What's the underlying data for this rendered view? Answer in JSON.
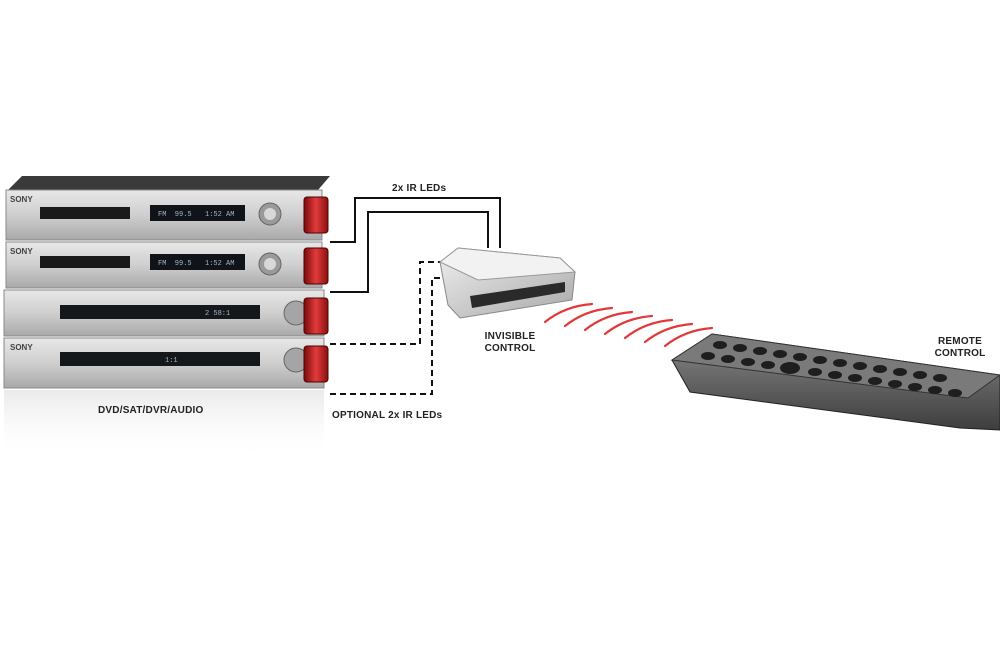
{
  "labels": {
    "ir_leds": "2x IR LEDs",
    "optional_ir_leds": "OPTIONAL 2x IR LEDs",
    "invisible_control_line1": "INVISIBLE",
    "invisible_control_line2": "CONTROL",
    "remote_control_line1": "REMOTE",
    "remote_control_line2": "CONTROL",
    "equipment_stack": "DVD/SAT/DVR/AUDIO"
  },
  "devices": [
    {
      "brand": "SONY",
      "display": "FM  99.5  ",
      "display2": "1:52 AM"
    },
    {
      "brand": "SONY",
      "display": "FM  99.5  ",
      "display2": "1:52 AM"
    },
    {
      "brand": "",
      "display": "",
      "display2": "2 58:1"
    },
    {
      "brand": "SONY",
      "display": "",
      "display2": "1:1"
    }
  ],
  "colors": {
    "ir_waves": "#e03a3a",
    "ir_emitter": "#d62a2a",
    "cable": "#111111",
    "device_silver": "#c9c9c9"
  },
  "icons": [
    "ir-emitter-icon",
    "ir-wave-icon",
    "remote-control-icon",
    "receiver-box-icon"
  ]
}
